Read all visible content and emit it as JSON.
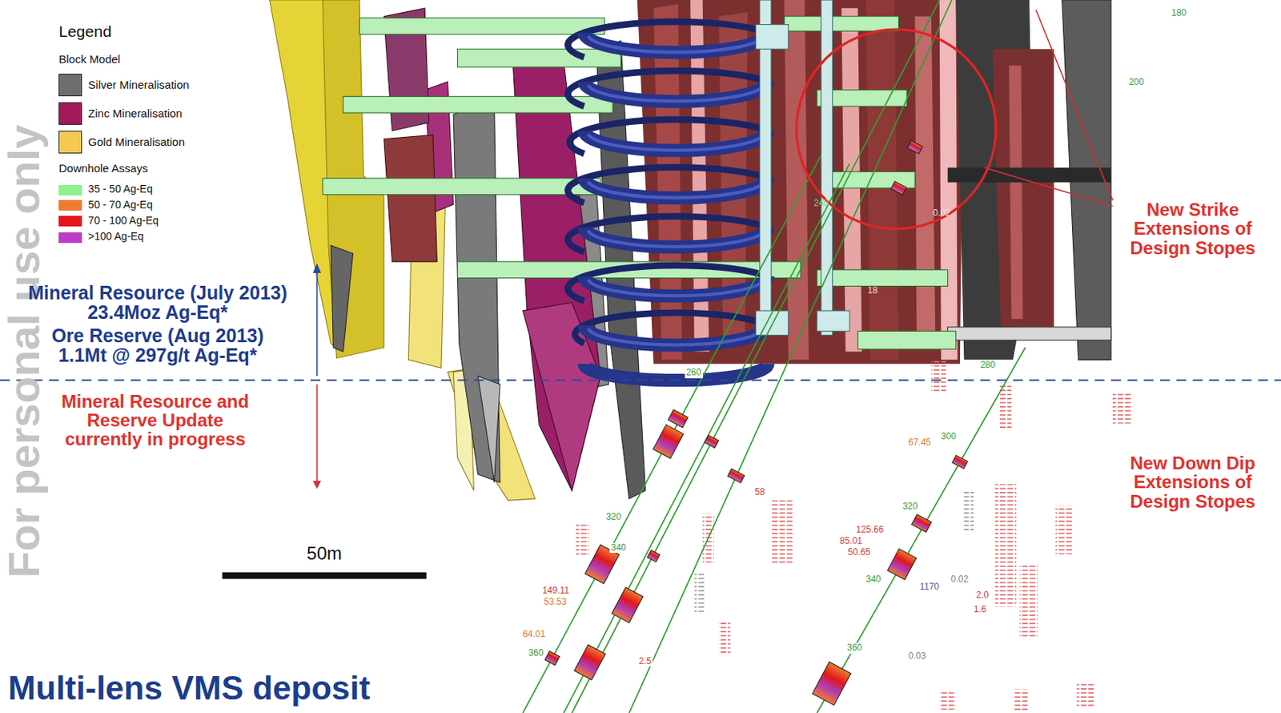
{
  "diagram": {
    "title": "Multi-lens VMS deposit",
    "labels": [
      "For personal use only",
      "Legend",
      "Block Model",
      "Downhole Assays",
      "Mineral Resource (July 2013) 23.4Moz Ag-Eq*",
      "Ore Reserve (Aug 2013) 1.1Mt @ 297g/t Ag-Eq*",
      "Mineral Resource and Reserve Update currently in progress",
      "New Strike Extensions of Design Stopes",
      "New Down Dip Extensions of Design Stopes",
      "50m",
      "180",
      "200",
      "240",
      "260",
      "280",
      "300",
      "320",
      "340",
      "360",
      "320",
      "340",
      "360",
      "67.45",
      "125.66",
      "85.01",
      "50.65",
      "64.01",
      "149.11",
      "53.53",
      "0.02",
      "0.03",
      "2.0",
      "1.6",
      "58",
      "1170",
      "2.5",
      "18",
      "0.02"
    ],
    "legend": [
      {
        "text": "Silver Mineralisation",
        "color": "#6e6e6e"
      },
      {
        "text": "Zinc Mineralisation",
        "color": "#a3195b"
      },
      {
        "text": "Gold Mineralisation",
        "color": "#f5c94f"
      },
      {
        "text": "35 - 50 Ag-Eq",
        "color": "#8ef08e"
      },
      {
        "text": "50 - 70 Ag-Eq",
        "color": "#f07a30"
      },
      {
        "text": "70 - 100 Ag-Eq",
        "color": "#e8141c"
      },
      {
        "text": ">100 Ag-Eq",
        "color": "#c03cc8"
      }
    ]
  }
}
